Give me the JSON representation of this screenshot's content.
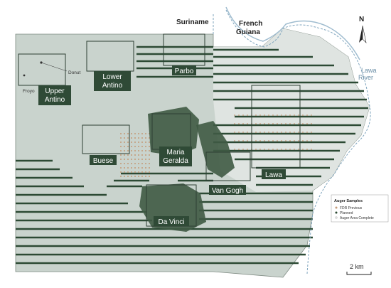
{
  "map": {
    "countries": {
      "suriname": "Suriname",
      "french_guiana": "French\nGuiana"
    },
    "river": "Lawa\nRiver",
    "north_arrow": "N",
    "scale_bar": "2 km",
    "prospect_labels": {
      "upper_antino": "Upper\nAntino",
      "lower_antino": "Lower\nAntino",
      "parbo": "Parbo",
      "buese": "Buese",
      "maria_geralda": "Maria\nGeralda",
      "lawa": "Lawa",
      "van_gogh": "Van Gogh",
      "da_vinci": "Da Vinci"
    },
    "point_labels": {
      "donut": "Donut",
      "froyo": "Froyo"
    },
    "colors": {
      "concession": "#c9d3cd",
      "grid_line": "#2c4a34",
      "auger_area_complete": "#3f5a44",
      "fdr_previous": "#c49a78",
      "label_box": "#2f4a36",
      "river": "#7fa5be"
    },
    "legend": {
      "title": "Auger Samples",
      "items": [
        {
          "label": "FDR Previous",
          "color": "#c49a78"
        },
        {
          "label": "Planned",
          "color": "#2c4a34"
        },
        {
          "label": "Auger Area Complete",
          "color": "#dedede"
        }
      ]
    }
  }
}
